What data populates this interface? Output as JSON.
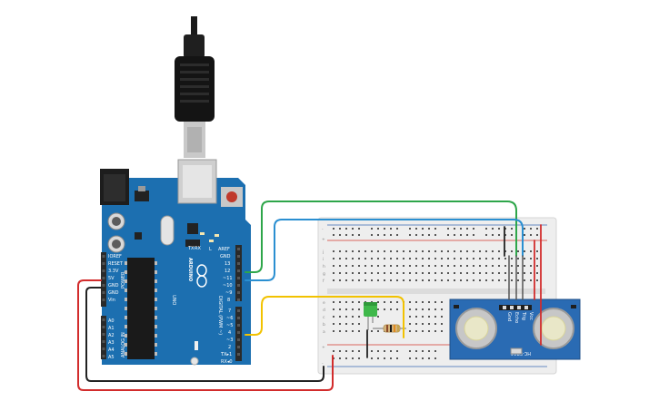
{
  "colors": {
    "board": "#1c6fb0",
    "board_dark": "#155a92",
    "header": "#2a2a2a",
    "breadboard": "#eeeeee",
    "rail_red": "#d33a2c",
    "rail_blue": "#3a67b5",
    "wire_green": "#2ea64a",
    "wire_blue": "#2a8fd1",
    "wire_yellow": "#f2c200",
    "wire_red": "#d22c2c",
    "wire_black": "#222222",
    "sensor_blue": "#2a6bb3",
    "led_green": "#3fb84a"
  },
  "arduino": {
    "brand": "ARDUINO",
    "model": "UNO",
    "power_header_title": "POWER",
    "analog_header_title": "ANALOG IN",
    "digital_header_title": "DIGITAL (PWM ~)",
    "power_pins": [
      "IOREF",
      "RESET",
      "3.3V",
      "5V",
      "GND",
      "GND",
      "Vin"
    ],
    "analog_pins": [
      "A0",
      "A1",
      "A2",
      "A3",
      "A4",
      "A5"
    ],
    "top_pins": [
      "AREF",
      "GND",
      "13",
      "12",
      "~11",
      "~10",
      "~9",
      "8"
    ],
    "bottom_pins": [
      "7",
      "~6",
      "~5",
      "4",
      "~3",
      "2",
      "TX▸1",
      "RX◂0"
    ],
    "led_labels": [
      "TX",
      "RX",
      "L"
    ]
  },
  "sensor": {
    "label": "HC-SR04",
    "pins": [
      "Vcc",
      "Trig",
      "Echo",
      "Gnd"
    ]
  },
  "breadboard": {
    "row_letters_top": [
      "j",
      "i",
      "h",
      "g",
      "f"
    ],
    "row_letters_bottom": [
      "e",
      "d",
      "c",
      "b",
      "a"
    ],
    "rail_plus": "+",
    "rail_minus": "-"
  }
}
